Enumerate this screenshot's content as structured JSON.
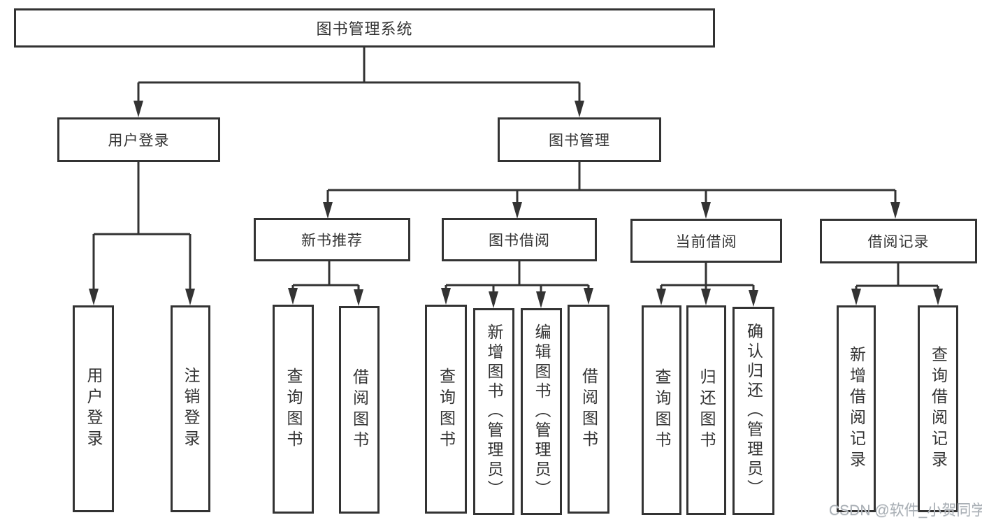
{
  "tree": {
    "root": "图书管理系统",
    "children": [
      {
        "label": "用户登录",
        "children": [
          "用户登录",
          "注销登录"
        ]
      },
      {
        "label": "图书管理",
        "children": [
          {
            "label": "新书推荐",
            "children": [
              "查询图书",
              "借阅图书"
            ]
          },
          {
            "label": "图书借阅",
            "children": [
              "查询图书",
              "新增图书（管理员）",
              "编辑图书（管理员）",
              "借阅图书"
            ]
          },
          {
            "label": "当前借阅",
            "children": [
              "查询图书",
              "归还图书",
              "确认归还（管理员）"
            ]
          },
          {
            "label": "借阅记录",
            "children": [
              "新增借阅记录",
              "查询借阅记录"
            ]
          }
        ]
      }
    ]
  },
  "watermark": "CSDN @软件_小贺同学",
  "colors": {
    "line": "#333333",
    "text": "#333333",
    "background": "#ffffff",
    "watermark": "#a9afb5"
  }
}
